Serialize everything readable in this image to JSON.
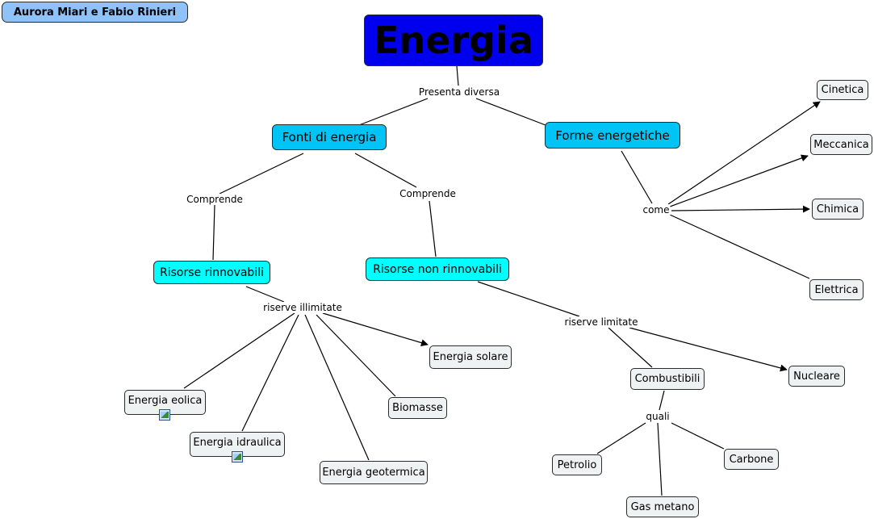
{
  "author": "Aurora Miari e Fabio Rinieri",
  "nodes": {
    "energia": "Energia",
    "fonti": "Fonti di energia",
    "forme": "Forme energetiche",
    "rinnovabili": "Risorse rinnovabili",
    "non_rinnovabili": "Risorse non rinnovabili",
    "solare": "Energia solare",
    "eolica": "Energia eolica",
    "idraulica": "Energia idraulica",
    "geotermica": "Energia geotermica",
    "biomasse": "Biomasse",
    "combustibili": "Combustibili",
    "nucleare": "Nucleare",
    "petrolio": "Petrolio",
    "carbone": "Carbone",
    "gas_metano": "Gas metano",
    "cinetica": "Cinetica",
    "meccanica": "Meccanica",
    "chimica": "Chimica",
    "elettrica": "Elettrica"
  },
  "phrases": {
    "presenta": "Presenta diversa",
    "comprende_1": "Comprende",
    "comprende_2": "Comprende",
    "illimitate": "riserve illimitate",
    "limitate": "riserve limitate",
    "quali": "quali",
    "come": "come"
  },
  "colors": {
    "title_fill": "#0000ee",
    "main_fill": "#00c4f5",
    "sub_fill": "#00ffff",
    "leaf_fill": "#eef2f3",
    "author_fill": "#8ec2f8"
  },
  "icons": [
    "image-icon",
    "image-icon"
  ]
}
